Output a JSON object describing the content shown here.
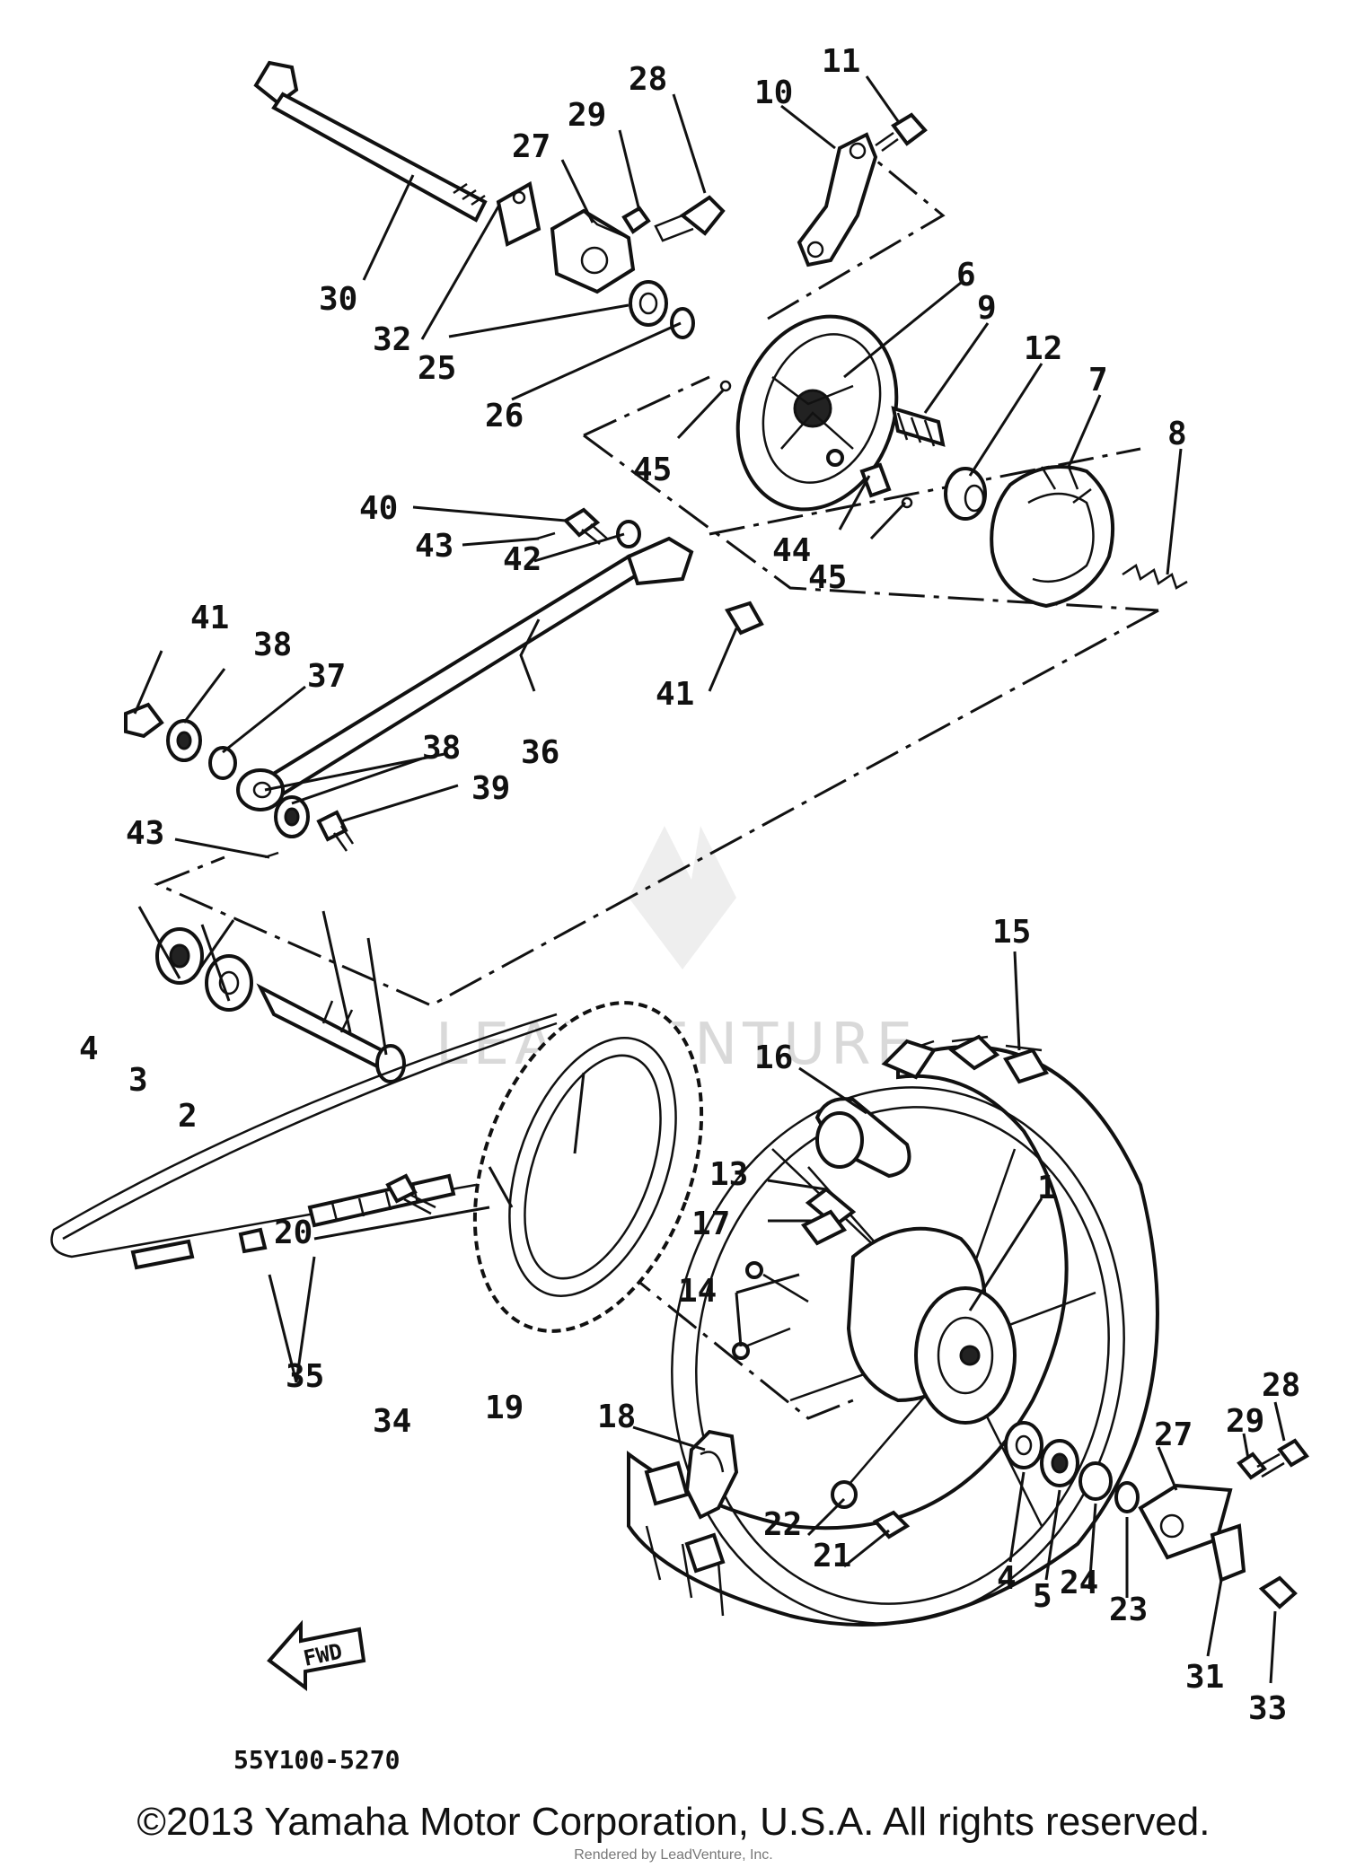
{
  "callouts": [
    "1",
    "2",
    "3",
    "4",
    "5",
    "6",
    "7",
    "8",
    "9",
    "10",
    "11",
    "12",
    "13",
    "14",
    "15",
    "16",
    "17",
    "18",
    "19",
    "20",
    "21",
    "22",
    "23",
    "24",
    "25",
    "26",
    "27",
    "28",
    "29",
    "30",
    "31",
    "32",
    "33",
    "34",
    "35",
    "36",
    "37",
    "38",
    "39",
    "40",
    "41",
    "42",
    "43",
    "44",
    "45"
  ],
  "drawing_code": "55Y100-5270",
  "watermark": "LEADVENTURE",
  "direction_label": "FWD",
  "copyright": "©2013 Yamaha Motor Corporation, U.S.A. All rights reserved.",
  "rendered_by": "Rendered by LeadVenture, Inc."
}
